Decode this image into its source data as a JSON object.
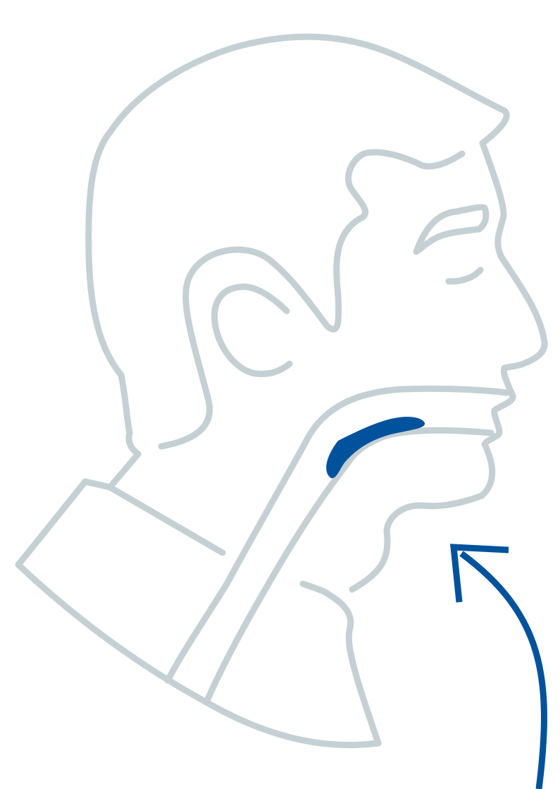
{
  "illustration": {
    "subject": "head-profile-airway",
    "colors": {
      "outline": "#c5d0d4",
      "accent": "#00529c",
      "background": "#ffffff"
    },
    "icons": {
      "tongue": "tongue-highlight",
      "arrow": "curved-arrow-up-left"
    }
  }
}
